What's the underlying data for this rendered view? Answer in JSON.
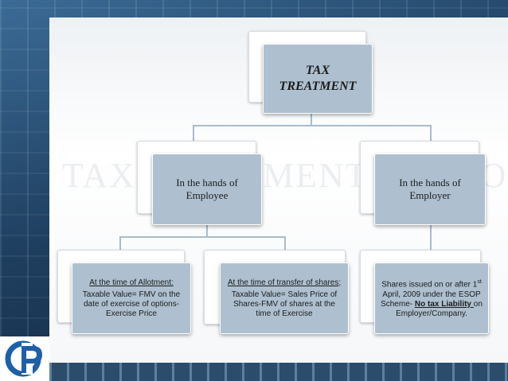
{
  "diagram": {
    "root": {
      "line1": "TAX",
      "line2": "TREATMENT"
    },
    "employee": {
      "line1": "In the hands of",
      "line2": "Employee"
    },
    "employer": {
      "line1": "In the hands of",
      "line2": "Employer"
    },
    "allotment": {
      "heading": "At the time of Allotment:",
      "body": "Taxable Value= FMV on the date of exercise of options-Exercise Price"
    },
    "transfer": {
      "heading": "At the time of transfer of shares;",
      "body": "Taxable Value= Sales Price of Shares-FMV of shares at the time of Exercise"
    },
    "esop": {
      "pre": "Shares issued on or after 1",
      "sup": "st",
      "mid": " April, 2009 under the ESOP Scheme- ",
      "bold": "No tax Liability ",
      "post": "on Employer/Company."
    }
  },
  "watermark": "TAX TREATMENT OF ESOP",
  "colors": {
    "box_fill": "#aec0cf",
    "connector": "#a8bccc",
    "background": "#1d3a56"
  },
  "icons": {
    "logo": "company-logo-icon"
  }
}
